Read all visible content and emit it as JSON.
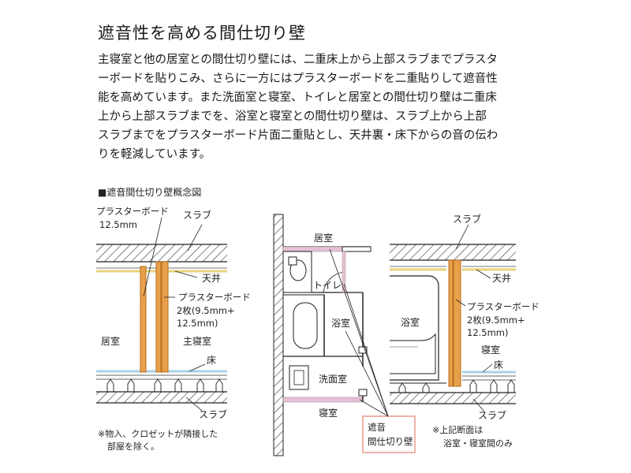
{
  "title": "遮音性を高める間仕切り壁",
  "body_lines": [
    "主寝室と他の居室との間仕切り壁には、二重床上から上部スラブまでプラスタ",
    "ーボードを貼りこみ、さらに一方にはプラスターボードを二重貼りして遮音性",
    "能を高めています。また洗面室と寝室、トイレと居室との間仕切り壁は二重床",
    "上から上部スラブまでを、浴室と寝室との間仕切り壁は、スラブ上から上部",
    "スラブまでをプラスターボード片面二重貼とし、天井裏・床下からの音の伝わ",
    "りを軽減しています。"
  ],
  "figure_caption": "■遮音間仕切り壁概念図",
  "left_diagram": {
    "label_board_single": "プラスターボード",
    "label_board_single_size": "12.5mm",
    "label_slab_top": "スラブ",
    "label_ceiling": "天井",
    "label_board_double": "プラスターボード",
    "label_board_double_size_1": "2枚(9.5mm+",
    "label_board_double_size_2": "12.5mm)",
    "label_room_left": "居室",
    "label_room_right": "主寝室",
    "label_floor": "床",
    "label_slab_bottom": "スラブ",
    "note_line_1": "※物入、クロゼットが隣接した",
    "note_line_2": "部屋を除く。"
  },
  "plan": {
    "label_living": "居室",
    "label_toilet": "トイレ",
    "label_bath": "浴室",
    "label_washroom": "洗面室",
    "label_bedroom": "寝室",
    "legend_line_1": "遮音",
    "legend_line_2": "間仕切り壁"
  },
  "right_diagram": {
    "label_slab_top": "スラブ",
    "label_ceiling": "天井",
    "label_bath": "浴室",
    "label_board": "プラスターボード",
    "label_board_size_1": "2枚(9.5mm+",
    "label_board_size_2": "12.5mm)",
    "label_bedroom": "寝室",
    "label_floor": "床",
    "label_slab_bottom": "スラブ",
    "note_line_1": "※上記断面は",
    "note_line_2": "浴室・寝室間のみ"
  },
  "colors": {
    "board": "#e8a04a",
    "board_stroke": "#b86b1a",
    "ceiling_line": "#e8d27a",
    "floor_line": "#a8d0e6",
    "legend_border": "#e89a8a",
    "sound_wall": "#e9bfd6"
  }
}
